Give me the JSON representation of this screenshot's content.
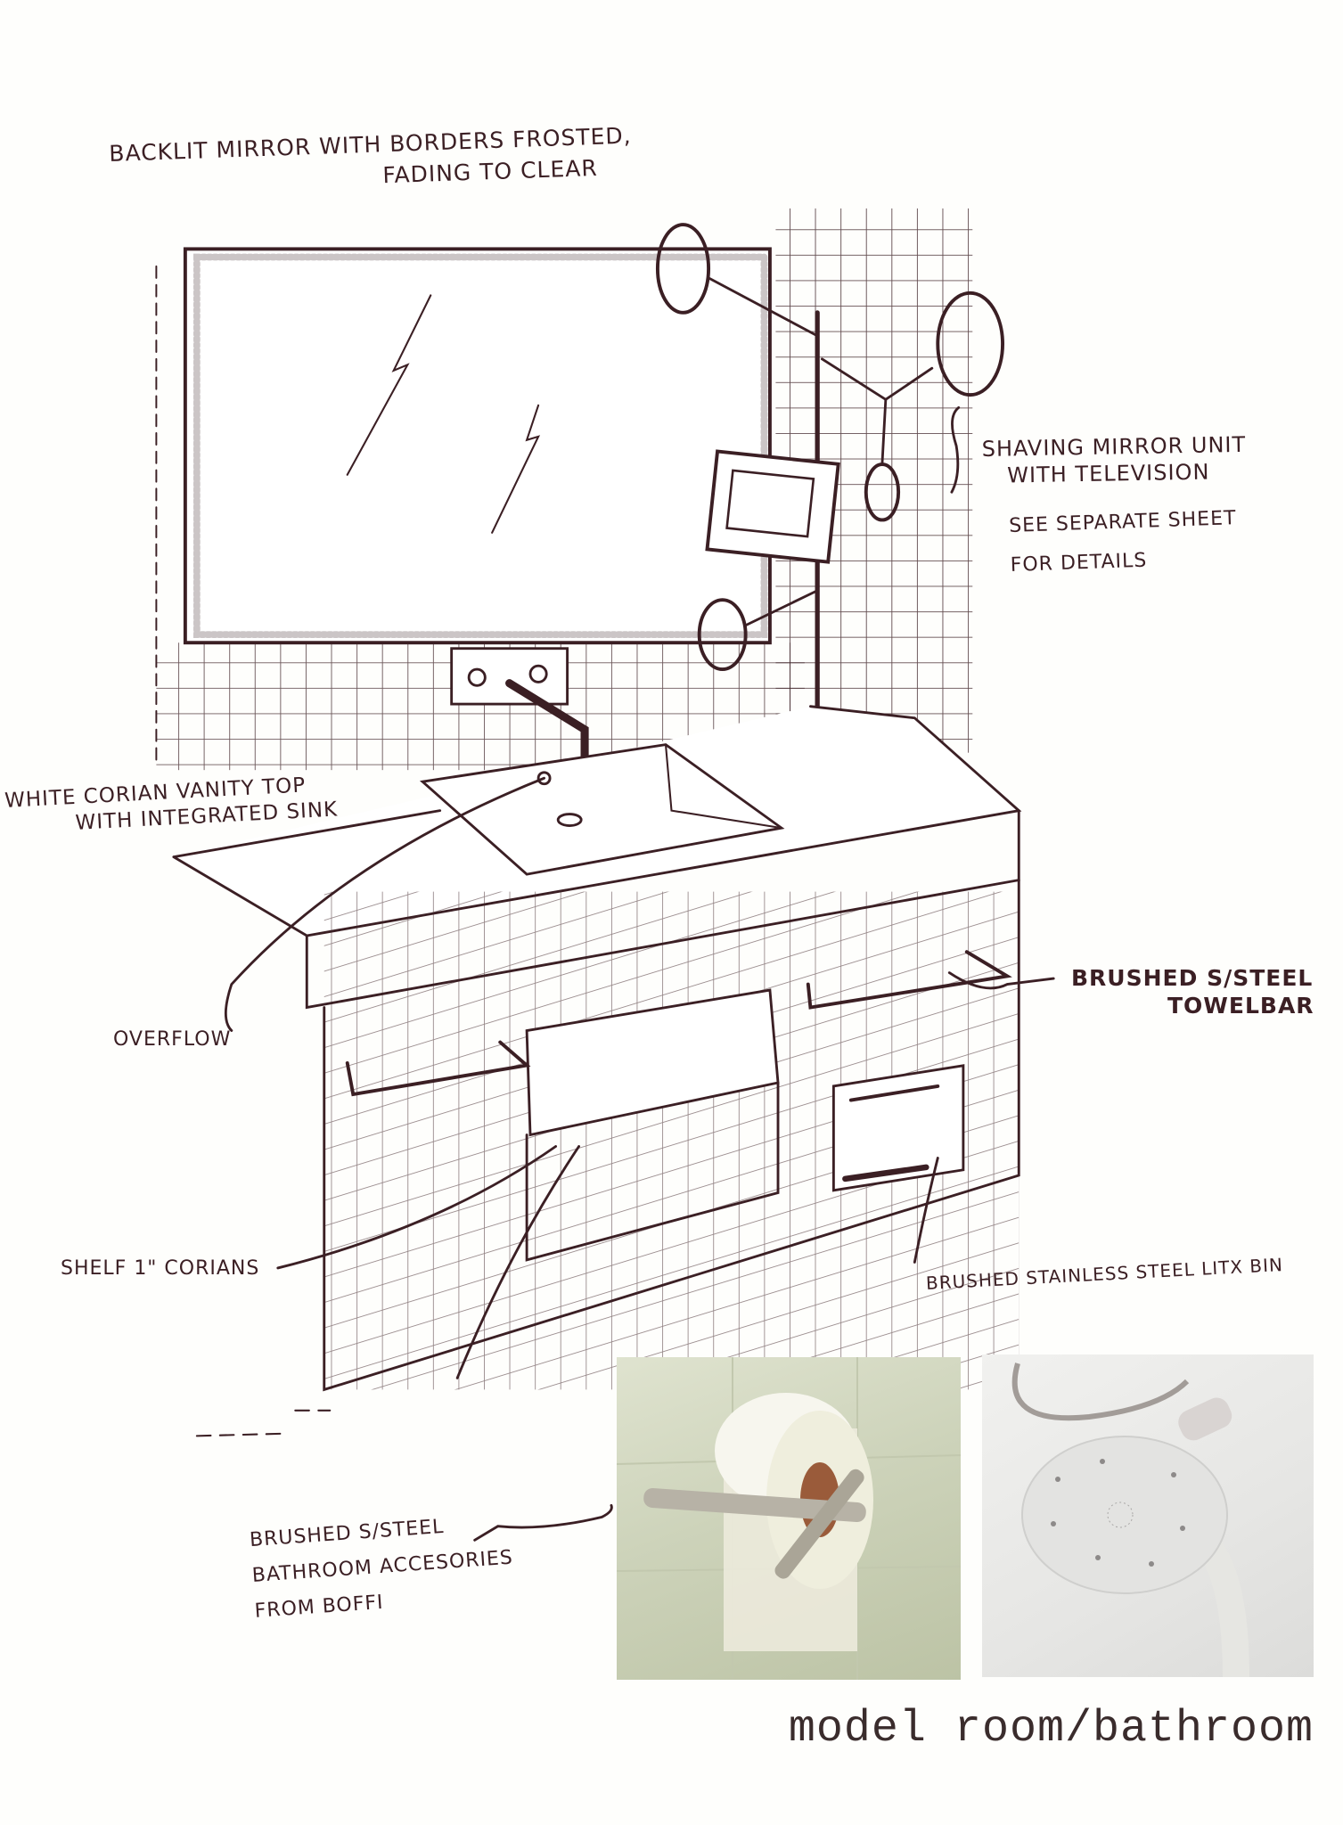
{
  "annotations": {
    "mirror": [
      "BACKLIT MIRROR WITH BORDERS FROSTED,",
      "FADING TO CLEAR"
    ],
    "shaving_unit": [
      "SHAVING MIRROR UNIT",
      "WITH TELEVISION"
    ],
    "see_sheet": [
      "SEE SEPARATE SHEET",
      "FOR DETAILS"
    ],
    "vanity": [
      "WHITE CORIAN VANITY TOP",
      "WITH INTEGRATED SINK"
    ],
    "overflow": "OVERFLOW",
    "towelbar": [
      "BRUSHED S/STEEL",
      "TOWELBAR"
    ],
    "shelf": "SHELF 1\" CORIANS",
    "bin": "BRUSHED STAINLESS STEEL LITX BIN",
    "accessories": [
      "BRUSHED S/STEEL",
      "BATHROOM ACCESORIES",
      "FROM BOFFI"
    ]
  },
  "caption": "model room/bathroom",
  "colors": {
    "ink": "#3b1f24",
    "paper": "#fefefc"
  }
}
